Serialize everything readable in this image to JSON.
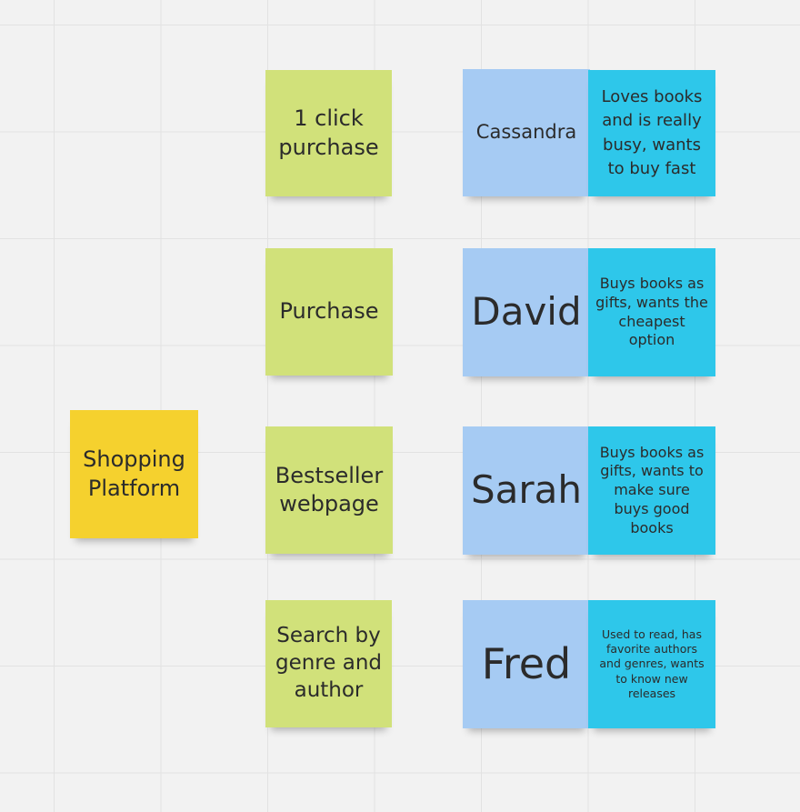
{
  "board": {
    "root": {
      "text": "Shopping Platform",
      "color": "#f5d12e"
    },
    "features": [
      {
        "text": "1 click purchase"
      },
      {
        "text": "Purchase"
      },
      {
        "text": "Bestseller webpage"
      },
      {
        "text": "Search by genre and author"
      }
    ],
    "personas": [
      {
        "name": "Cassandra",
        "description": "Loves books and is really busy, wants to buy fast"
      },
      {
        "name": "David",
        "description": "Buys books as gifts, wants the cheapest option"
      },
      {
        "name": "Sarah",
        "description": "Buys books as gifts, wants to make sure buys good books"
      },
      {
        "name": "Fred",
        "description": "Used to read, has favorite authors and genres, wants to know new releases"
      }
    ],
    "colors": {
      "feature_note": "#d1e17a",
      "persona_name_note": "#a6cbf3",
      "persona_description_note": "#2ec7ea",
      "canvas": "#f2f2f2"
    }
  }
}
